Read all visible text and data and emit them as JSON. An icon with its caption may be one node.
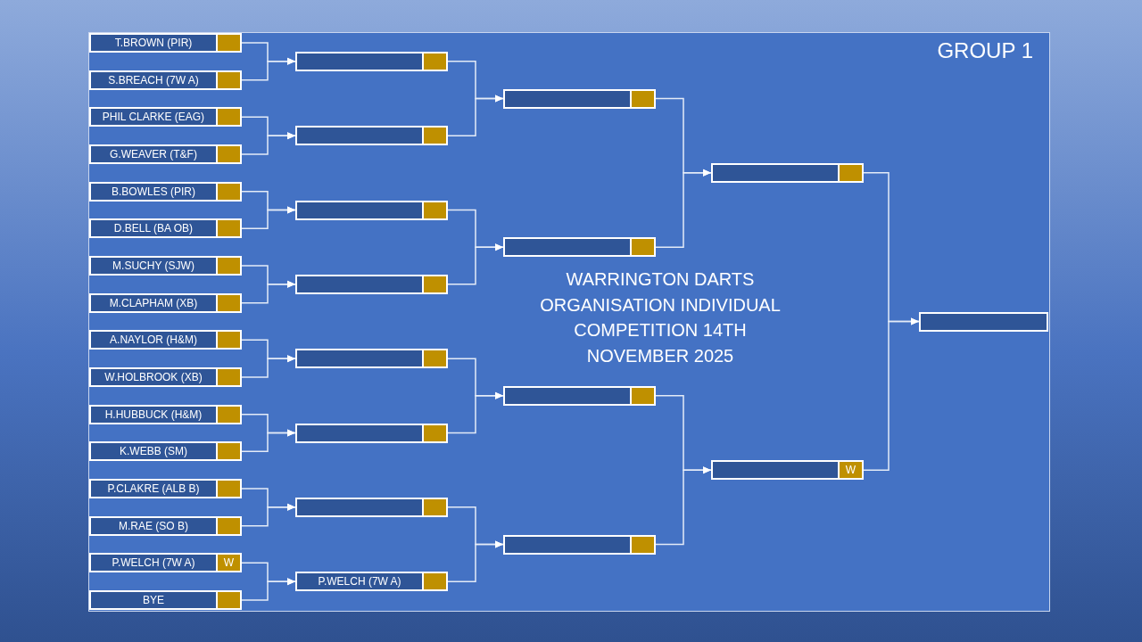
{
  "diagram": {
    "title": "WARRINGTON DARTS ORGANISATION INDIVIDUAL COMPETITION 14TH NOVEMBER 2025",
    "nodes": [
      {
        "text": [
          "GROUP 1"
        ]
      },
      {
        "text": [
          "T.BROWN (PIR)"
        ],
        "in": 0
      },
      {
        "text": [
          "S.BREACH (7W A)"
        ],
        "in": 0
      },
      {
        "text": [
          "PHIL CLARKE (EAG)"
        ],
        "in": 0
      },
      {
        "text": [
          "G.WEAVER (T&F)"
        ],
        "in": 0
      },
      {
        "text": [
          "B.BOWLES (PIR)"
        ],
        "in": 0
      },
      {
        "text": [
          "D.BELL (BA OB)"
        ],
        "in": 0
      },
      {
        "text": [
          "M.SUCHY (SJW)"
        ],
        "in": 0
      },
      {
        "text": [
          "M.CLAPHAM (XB)"
        ],
        "in": 0
      },
      {
        "text": [
          "A.NAYLOR (H&M)"
        ],
        "in": 0
      },
      {
        "text": [
          "W.HOLBROOK (XB)"
        ],
        "in": 0
      },
      {
        "text": [
          "H.HUBBUCK (H&M)"
        ],
        "in": 0
      },
      {
        "text": [
          "K.WEBB (SM)"
        ],
        "in": 0
      },
      {
        "text": [
          "P.CLAKRE (ALB B)"
        ],
        "in": 0
      },
      {
        "text": [
          "M.RAE (SO B)"
        ],
        "in": 0
      },
      {
        "text": [
          "P.WELCH (7W A)",
          "W"
        ],
        "in": 0
      },
      {
        "text": [
          "BYE"
        ],
        "in": 0
      },
      {
        "text": [],
        "shape": "box",
        "in": 0
      },
      {
        "text": [],
        "shape": "box",
        "in": 0
      },
      {
        "text": [],
        "shape": "box",
        "in": 0
      },
      {
        "text": [],
        "shape": "box",
        "in": 0
      },
      {
        "text": [],
        "shape": "box",
        "in": 0
      },
      {
        "text": [],
        "shape": "box",
        "in": 0
      },
      {
        "text": [],
        "shape": "box",
        "in": 0
      },
      {
        "text": [
          "P.WELCH (7W A)"
        ],
        "in": 0
      },
      {
        "text": [],
        "shape": "box",
        "in": 0
      },
      {
        "text": [],
        "shape": "box",
        "in": 0
      },
      {
        "text": [],
        "shape": "box",
        "in": 0
      },
      {
        "text": [],
        "shape": "box",
        "in": 0
      },
      {
        "text": [],
        "shape": "box",
        "in": 0
      },
      {
        "text": [
          "W"
        ],
        "in": 0
      },
      {
        "text": [],
        "shape": "box",
        "in": 0
      }
    ],
    "edges": [
      {
        "from": 1,
        "to": 17,
        "arrow": "to"
      },
      {
        "from": 2,
        "to": 17,
        "arrow": "to"
      },
      {
        "from": 3,
        "to": 18,
        "arrow": "to"
      },
      {
        "from": 4,
        "to": 18,
        "arrow": "to"
      },
      {
        "from": 5,
        "to": 19,
        "arrow": "to"
      },
      {
        "from": 6,
        "to": 19,
        "arrow": "to"
      },
      {
        "from": 7,
        "to": 20,
        "arrow": "to"
      },
      {
        "from": 8,
        "to": 20,
        "arrow": "to"
      },
      {
        "from": 9,
        "to": 21,
        "arrow": "to"
      },
      {
        "from": 10,
        "to": 21,
        "arrow": "to"
      },
      {
        "from": 11,
        "to": 22,
        "arrow": "to"
      },
      {
        "from": 12,
        "to": 22,
        "arrow": "to"
      },
      {
        "from": 13,
        "to": 23,
        "arrow": "to"
      },
      {
        "from": 14,
        "to": 23,
        "arrow": "to"
      },
      {
        "from": 15,
        "to": 24,
        "arrow": "to"
      },
      {
        "from": 16,
        "to": 24,
        "arrow": "to"
      },
      {
        "from": 17,
        "to": 25,
        "arrow": "to"
      },
      {
        "from": 18,
        "to": 25,
        "arrow": "to"
      },
      {
        "from": 19,
        "to": 26,
        "arrow": "to"
      },
      {
        "from": 20,
        "to": 26,
        "arrow": "to"
      },
      {
        "from": 21,
        "to": 27,
        "arrow": "to"
      },
      {
        "from": 22,
        "to": 27,
        "arrow": "to"
      },
      {
        "from": 23,
        "to": 28,
        "arrow": "to"
      },
      {
        "from": 24,
        "to": 28,
        "arrow": "to"
      },
      {
        "from": 25,
        "to": 29,
        "arrow": "to"
      },
      {
        "from": 26,
        "to": 29,
        "arrow": "to"
      },
      {
        "from": 27,
        "to": 30,
        "arrow": "to"
      },
      {
        "from": 28,
        "to": 30,
        "arrow": "to"
      },
      {
        "from": 29,
        "to": 31,
        "arrow": "to"
      },
      {
        "from": 30,
        "to": 31,
        "arrow": "to"
      }
    ]
  }
}
